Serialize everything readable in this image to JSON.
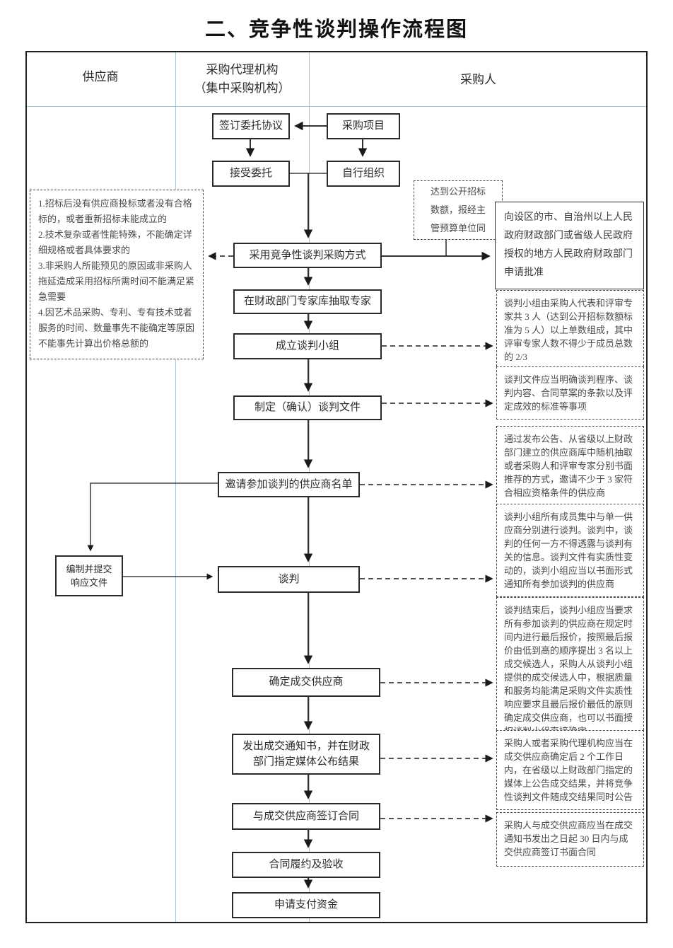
{
  "title": "二、竞争性谈判操作流程图",
  "columns": {
    "supplier": "供应商",
    "agency_line1": "采购代理机构",
    "agency_line2": "（集中采购机构）",
    "purchaser": "采购人"
  },
  "nodes": {
    "sign_agreement": "签订委托协议",
    "procurement_project": "采购项目",
    "accept_entrustment": "接受委托",
    "self_organize": "自行组织",
    "adopt_method": "采用竞争性谈判采购方式",
    "extract_experts": "在财政部门专家库抽取专家",
    "form_group": "成立谈判小组",
    "make_documents": "制定（确认）谈判文件",
    "invite_list": "邀请参加谈判的供应商名单",
    "prepare_response": "编制并提交\n响应文件",
    "negotiate": "谈判",
    "determine_supplier": "确定成交供应商",
    "issue_notice": "发出成交通知书，并在财政部门指定媒体公布结果",
    "sign_contract": "与成交供应商签订合同",
    "contract_performance": "合同履约及验收",
    "apply_payment": "申请支付资金"
  },
  "annotations": {
    "conditions": {
      "items": [
        "1.招标后没有供应商投标或者没有合格标的，或者重新招标未能成立的",
        "2.技术复杂或者性能特殊，不能确定详细规格或者具体要求的",
        "3.非采购人所能预见的原因或非采购人拖延造成采用招标所需时间不能满足紧急需要",
        "4.因艺术品采购、专利、专有技术或者服务的时间、数量事先不能确定等原因不能事先计算出价格总额的"
      ]
    },
    "threshold_note": "达到公开招标\n数额，报经主\n管预算单位同",
    "approval": "向设区的市、自治州以上人民政府财政部门或省级人民政府授权的地方人民政府财政部门申请批准",
    "note_group": "谈判小组由采购人代表和评审专家共 3 人（达到公开招标数额标准为 5 人）以上单数组成，其中评审专家人数不得少于成员总数的 2/3",
    "note_documents": "谈判文件应当明确谈判程序、谈判内容、合同草案的条款以及评定成效的标准等事项",
    "note_invite": "通过发布公告、从省级以上财政部门建立的供应商库中随机抽取或者采购人和评审专家分别书面推荐的方式，邀请不少于 3 家符合相应资格条件的供应商",
    "note_negotiate": "谈判小组所有成员集中与单一供应商分别进行谈判。谈判中，谈判的任何一方不得透露与谈判有关的信息。谈判文件有实质性变动的，谈判小组应当以书面形式通知所有参加谈判的供应商",
    "note_determine": "谈判结束后，谈判小组应当要求所有参加谈判的供应商在规定时间内进行最后报价，按照最后报价由低到高的顺序提出 3 名以上成交候选人，采购人从谈判小组提供的成交候选人中，根据质量和服务均能满足采购文件实质性响应要求且最后报价最低的原则确定成交供应商，也可以书面授权谈判小组直接确定",
    "note_notice": "采购人或者采购代理机构应当在成交供应商确定后 2 个工作日内，在省级以上财政部门指定的媒体上公告成交结果，并将竞争性谈判文件随成交结果同时公告",
    "note_contract": "采购人与成交供应商应当在成交通知书发出之日起 30 日内与成交供应商签订书面合同"
  },
  "colors": {
    "frame": "#1f1f1f",
    "grid": "#a9c7d2",
    "boxb": "#2a2a2a",
    "dashb": "#4a4a4a",
    "conn": "#1a1a1a",
    "txt": "#333333",
    "bg": "#ffffff"
  }
}
